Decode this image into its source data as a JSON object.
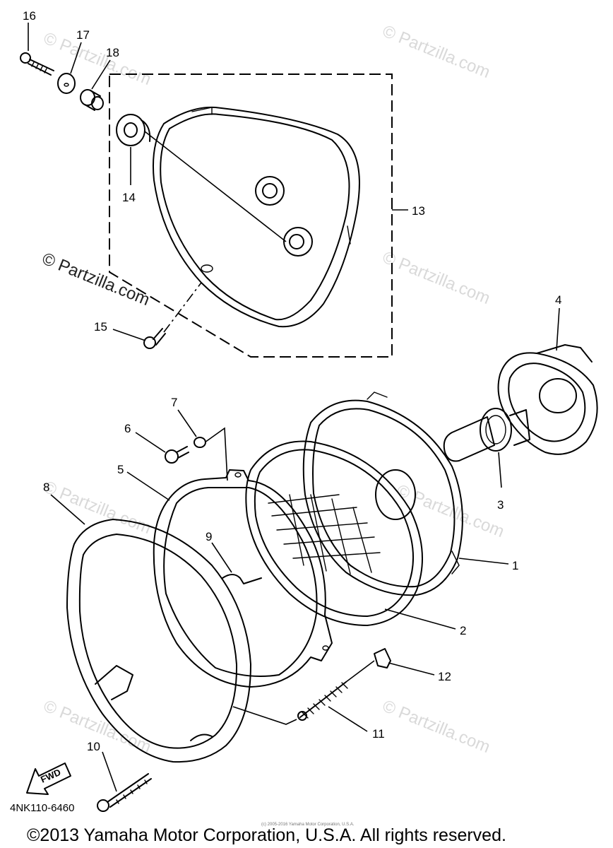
{
  "callouts": [
    "16",
    "17",
    "18",
    "14",
    "13",
    "15",
    "4",
    "7",
    "6",
    "5",
    "8",
    "9",
    "3",
    "1",
    "2",
    "12",
    "11",
    "10"
  ],
  "watermarks": {
    "main": "© Partzilla.com",
    "ghost": "© Partzilla.com"
  },
  "fwd_label": "FWD",
  "diagram_code": "4NK110-6460",
  "tiny_notice": "(c) 2005-2016 Yamaha Motor Corporation, U.S.A.",
  "copyright": "©2013 Yamaha Motor Corporation, U.S.A. All rights reserved."
}
